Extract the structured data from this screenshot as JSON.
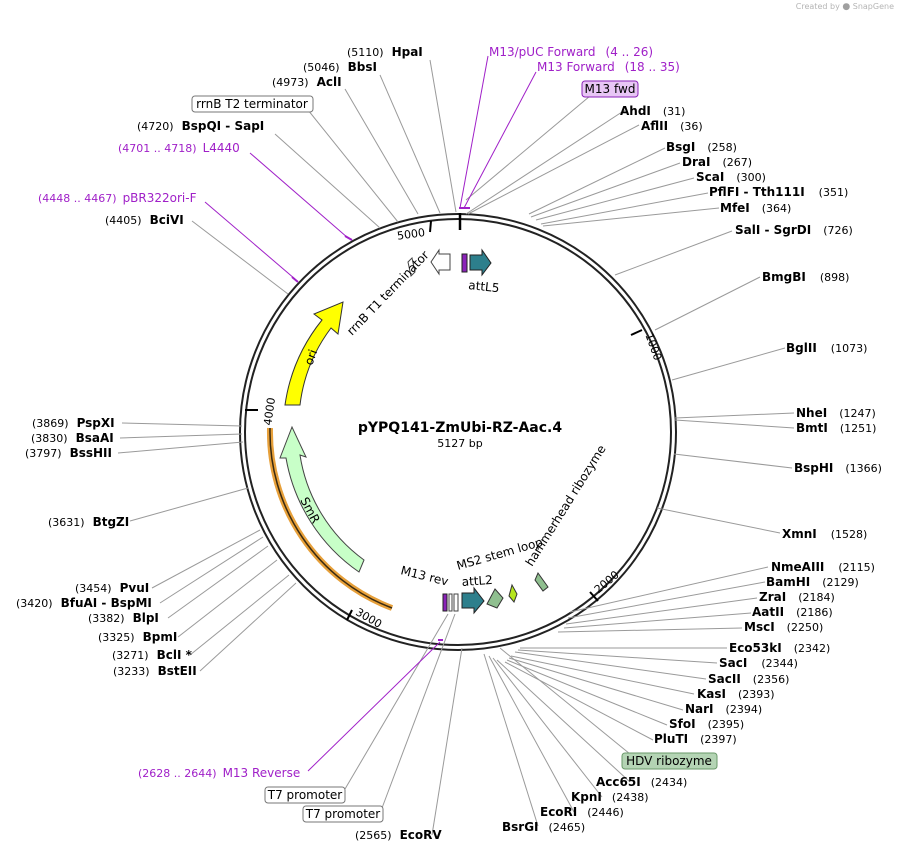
{
  "brand": {
    "prefix": "Created by",
    "name": "SnapGene"
  },
  "plasmid": {
    "name": "pYPQ141-ZmUbi-RZ-Aac.4",
    "length_label": "5127 bp",
    "length": 5127
  },
  "ticks": [
    "1000",
    "2000",
    "3000",
    "4000",
    "5000"
  ],
  "colors": {
    "primer": "#a020c8",
    "ori": "#ffff00",
    "smr": "#c8ffc8",
    "att": "#2d7f8c",
    "ms2": "#b5e61d",
    "ribozyme": "#8fbf8f",
    "orange_band": "#f0a030",
    "purple_feature": "#8a22b8"
  },
  "features": [
    {
      "id": "attL5",
      "label": "attL5"
    },
    {
      "id": "rrnB-T1",
      "label": "rrnB T1 terminator"
    },
    {
      "id": "ori",
      "label": "ori"
    },
    {
      "id": "SmR",
      "label": "SmR"
    },
    {
      "id": "M13rev",
      "label": "M13 rev"
    },
    {
      "id": "attL2",
      "label": "attL2"
    },
    {
      "id": "MS2",
      "label": "MS2 stem loop"
    },
    {
      "id": "hammerhead",
      "label": "hammerhead ribozyme"
    }
  ],
  "boxed": [
    {
      "label": "rrnB T2 terminator",
      "style": "white"
    },
    {
      "label": "M13 fwd",
      "style": "purple"
    },
    {
      "label": "HDV ribozyme",
      "style": "green"
    },
    {
      "label": "T7 promoter",
      "style": "white"
    },
    {
      "label": "T7 promoter",
      "style": "white"
    }
  ],
  "primers": [
    {
      "name": "M13/pUC Forward",
      "range": "(4 .. 26)"
    },
    {
      "name": "M13 Forward",
      "range": "(18 .. 35)"
    },
    {
      "name": "L4440",
      "range": "(4701 .. 4718)"
    },
    {
      "name": "pBR322ori-F",
      "range": "(4448 .. 4467)"
    },
    {
      "name": "M13 Reverse",
      "range": "(2628 .. 2644)"
    }
  ],
  "enzymes": [
    {
      "name": "HpaI",
      "pos": "(5110)"
    },
    {
      "name": "BbsI",
      "pos": "(5046)"
    },
    {
      "name": "AclI",
      "pos": "(4973)"
    },
    {
      "name": "BspQI  -  SapI",
      "pos": "(4720)"
    },
    {
      "name": "BciVI",
      "pos": "(4405)"
    },
    {
      "name": "AhdI",
      "pos": "(31)"
    },
    {
      "name": "AflII",
      "pos": "(36)"
    },
    {
      "name": "BsgI",
      "pos": "(258)"
    },
    {
      "name": "DraI",
      "pos": "(267)"
    },
    {
      "name": "ScaI",
      "pos": "(300)"
    },
    {
      "name": "PflFI  -  Tth111I",
      "pos": "(351)"
    },
    {
      "name": "MfeI",
      "pos": "(364)"
    },
    {
      "name": "SalI  -  SgrDI",
      "pos": "(726)"
    },
    {
      "name": "BmgBI",
      "pos": "(898)"
    },
    {
      "name": "BglII",
      "pos": "(1073)"
    },
    {
      "name": "NheI",
      "pos": "(1247)"
    },
    {
      "name": "BmtI",
      "pos": "(1251)"
    },
    {
      "name": "BspHI",
      "pos": "(1366)"
    },
    {
      "name": "XmnI",
      "pos": "(1528)"
    },
    {
      "name": "NmeAIII",
      "pos": "(2115)"
    },
    {
      "name": "BamHI",
      "pos": "(2129)"
    },
    {
      "name": "ZraI",
      "pos": "(2184)"
    },
    {
      "name": "AatII",
      "pos": "(2186)"
    },
    {
      "name": "MscI",
      "pos": "(2250)"
    },
    {
      "name": "Eco53kI",
      "pos": "(2342)"
    },
    {
      "name": "SacI",
      "pos": "(2344)"
    },
    {
      "name": "SacII",
      "pos": "(2356)"
    },
    {
      "name": "KasI",
      "pos": "(2393)"
    },
    {
      "name": "NarI",
      "pos": "(2394)"
    },
    {
      "name": "SfoI",
      "pos": "(2395)"
    },
    {
      "name": "PluTI",
      "pos": "(2397)"
    },
    {
      "name": "Acc65I",
      "pos": "(2434)"
    },
    {
      "name": "KpnI",
      "pos": "(2438)"
    },
    {
      "name": "EcoRI",
      "pos": "(2446)"
    },
    {
      "name": "BsrGI",
      "pos": "(2465)"
    },
    {
      "name": "EcoRV",
      "pos": "(2565)"
    },
    {
      "name": "PspXI",
      "pos": "(3869)"
    },
    {
      "name": "BsaAI",
      "pos": "(3830)"
    },
    {
      "name": "BssHII",
      "pos": "(3797)"
    },
    {
      "name": "BtgZI",
      "pos": "(3631)"
    },
    {
      "name": "PvuI",
      "pos": "(3454)"
    },
    {
      "name": "BfuAI  -  BspMI",
      "pos": "(3420)"
    },
    {
      "name": "BlpI",
      "pos": "(3382)"
    },
    {
      "name": "BpmI",
      "pos": "(3325)"
    },
    {
      "name": "BclI *",
      "pos": "(3271)"
    },
    {
      "name": "BstEII",
      "pos": "(3233)"
    }
  ]
}
